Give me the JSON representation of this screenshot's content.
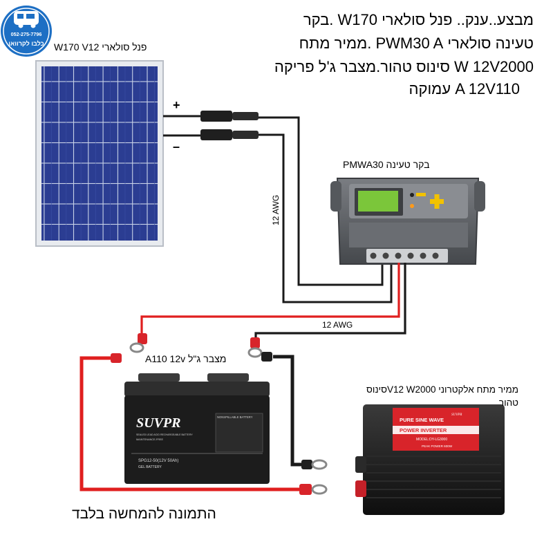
{
  "logo": {
    "phone": "052-275-7796",
    "name": "כלבו לקרוואן"
  },
  "title": {
    "line1": "מבצע..ענק.. פנל סולארי W170 .בקר",
    "line2": "טעינה סולארי PWM30 A .ממיר מתח",
    "line3": "W 12V2000 סינוס טהור.מצבר ג'ל פריקה",
    "line4": "A 12V110 עמוקה"
  },
  "labels": {
    "panel": "פנל סולארי W170  V12",
    "controller": "בקר טעינה PMWA30",
    "awg_vertical": "12 AWG",
    "awg_horizontal": "12 AWG",
    "battery": "מצבר ג\"ל A110  12v",
    "inverter_line1": "ממיר מתח אלקטרוני V12 W2000סינוס",
    "inverter_line2": "טהור",
    "disclaimer": "התמונה להמחשה בלבד",
    "plus": "+",
    "minus": "–"
  },
  "battery_face": {
    "brand": "SUVPR",
    "type1": "SEALED LEAD ACID RECHARGEABLE BATTERY",
    "type2": "MAINTENANCE-FREE",
    "nonspill": "NONSPILLABLE BATTERY",
    "model": "SPG12-50(12V 50Ah)",
    "gel": "GEL BATTERY"
  },
  "inverter_face": {
    "line1": "PURE SINE WAVE",
    "line2": "POWER INVERTER",
    "model": "MODEL:DY-LG3000",
    "brand": "SUVPR",
    "peak": "PEAK POWER 600W"
  },
  "colors": {
    "wire_red": "#e01f1f",
    "wire_black": "#1a1a1a",
    "panel_cell": "#283a8c",
    "controller_body": "#5f6266",
    "lcd": "#7bc63a",
    "button_yellow": "#f2c200",
    "inverter_red": "#d8242a",
    "logo_blue": "#1d6fc4"
  }
}
